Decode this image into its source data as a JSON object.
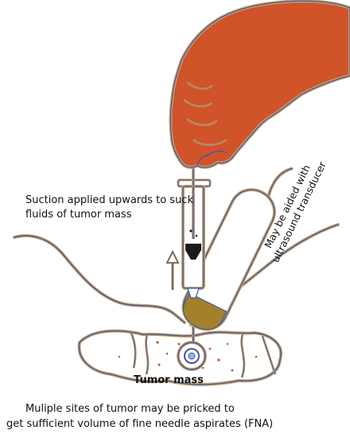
{
  "labels": {
    "suction_line_1": "Suction applied upwards to suck",
    "suction_line_2": "fluids of tumor mass",
    "ultrasound_line_1": "May be aided with",
    "ultrasound_line_2": "ultrasound transducer",
    "tumor_label": "Tumor mass",
    "caption_line_1": "Muliple sites of tumor may be pricked to",
    "caption_line_2": "get sufficient volume of fine needle aspirates (FNA)"
  },
  "colors": {
    "hand": "#d0532a",
    "outline_blue": "#3f58a8",
    "outline_tan": "#c9a468",
    "transducer_tip": "#a5802a",
    "plunger": "#1a1a1a",
    "tumor_dots": "#c0502a",
    "text": "#111111"
  },
  "icons": {
    "direction_arrow": "up-arrow"
  }
}
